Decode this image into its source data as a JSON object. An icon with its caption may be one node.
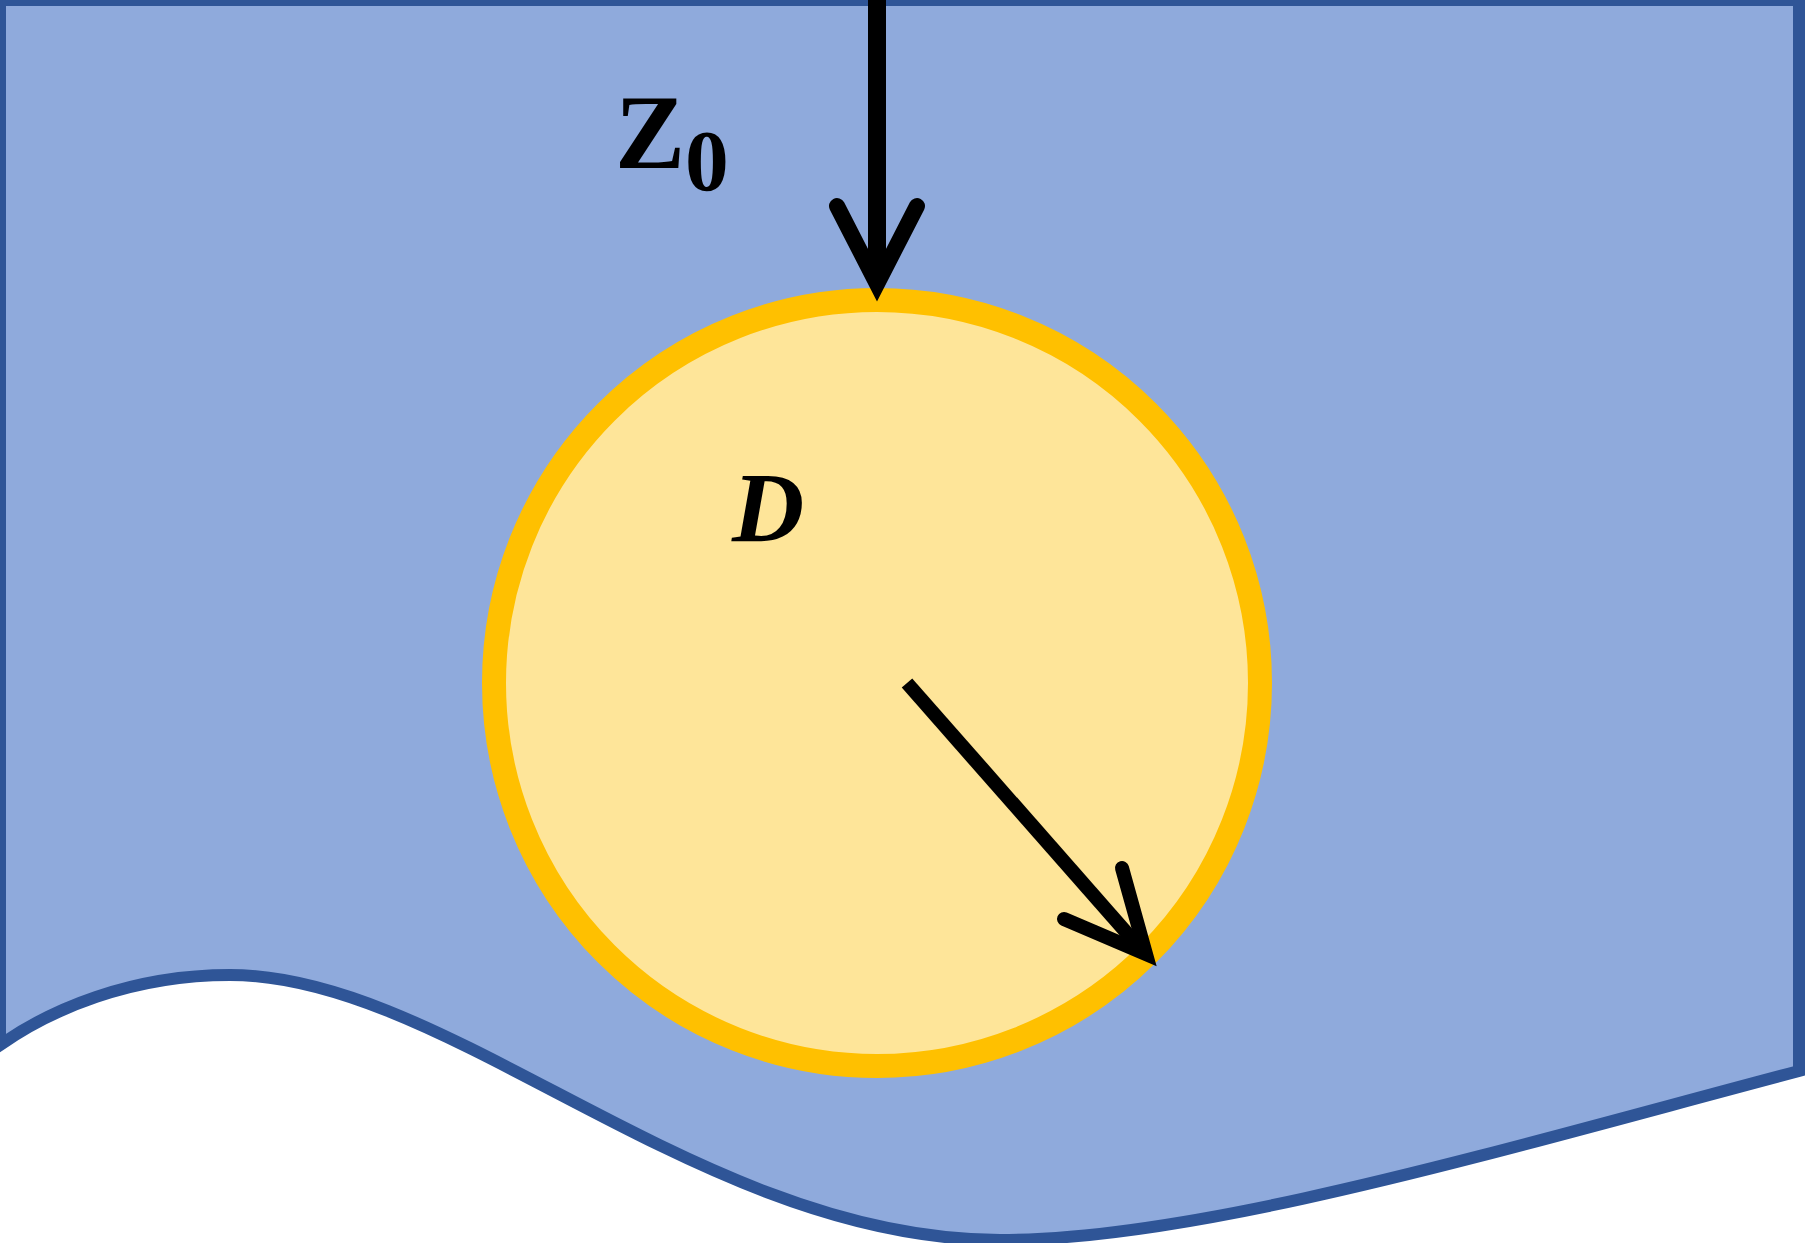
{
  "diagram": {
    "nodes": [
      {
        "text": [],
        "shape": "box"
      },
      {
        "text": [
          "D"
        ],
        "in": 0
      }
    ],
    "edges": [
      {
        "from": null,
        "to": 1,
        "arrow": "to",
        "label": "Z$_{0}$"
      }
    ]
  }
}
